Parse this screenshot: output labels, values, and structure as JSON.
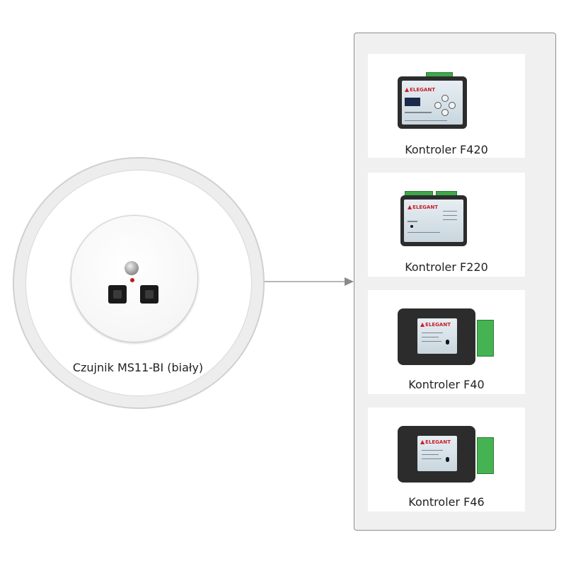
{
  "sensor": {
    "label": "Czujnik MS11-BI (biały)"
  },
  "controllers": [
    {
      "label": "Kontroler F420"
    },
    {
      "label": "Kontroler F220"
    },
    {
      "label": "Kontroler F40"
    },
    {
      "label": "Kontroler F46"
    }
  ],
  "colors": {
    "panel_bg": "#f0f0f0",
    "panel_border": "#8e8e8e",
    "connector": "#8a8a8a",
    "device_body": "#2c2c2c",
    "terminal_green": "#3fa84a",
    "brand_red": "#c8202a"
  }
}
